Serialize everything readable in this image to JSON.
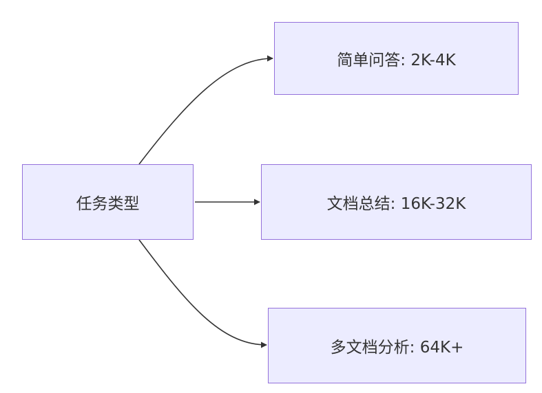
{
  "diagram": {
    "nodes": [
      {
        "id": "root",
        "label": "任务类型"
      },
      {
        "id": "qa",
        "label": "简单问答: 2K-4K"
      },
      {
        "id": "sum",
        "label": "文档总结: 16K-32K"
      },
      {
        "id": "multi",
        "label": "多文档分析: 64K+"
      }
    ],
    "edges": [
      {
        "from": "root",
        "to": "qa"
      },
      {
        "from": "root",
        "to": "sum"
      },
      {
        "from": "root",
        "to": "multi"
      }
    ]
  },
  "colors": {
    "node_fill": "#ececff",
    "node_border": "#9370db",
    "edge": "#333333",
    "text": "#333333"
  }
}
